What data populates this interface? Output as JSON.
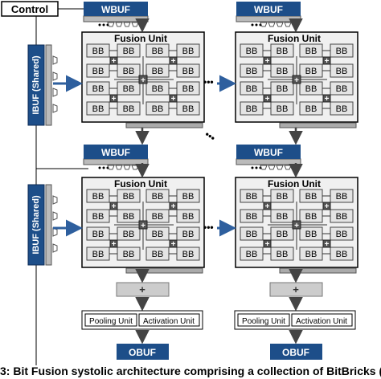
{
  "labels": {
    "control": "Control",
    "wbuf": "WBUF",
    "ibuf": "IBUF (Shared)",
    "fusion_unit": "Fusion Unit",
    "bb": "BB",
    "plus": "+",
    "dots": "•••",
    "pooling": "Pooling Unit",
    "activation": "Activation Unit",
    "obuf": "OBUF"
  },
  "caption": "3: Bit Fusion systolic architecture comprising a collection of BitBricks (B",
  "colors": {
    "buffer_blue": "#1d4e89",
    "arrow_blue": "#2e5f9e",
    "fusion_fill": "#f0f0f0",
    "bb_fill": "#e4e4e4",
    "adder_fill": "#cccccc",
    "dark_node": "#555555"
  }
}
